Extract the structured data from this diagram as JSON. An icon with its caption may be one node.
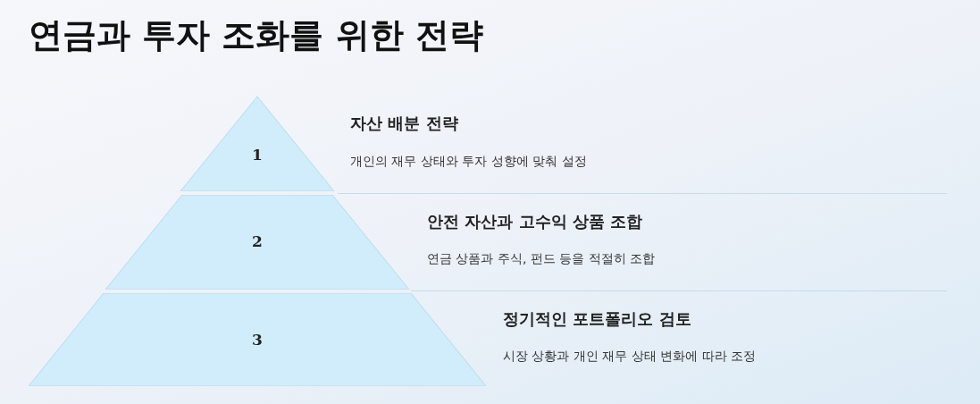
{
  "diagram": {
    "title": "연금과 투자 조화를 위한 전략",
    "nodes": [
      {
        "text": [
          "1"
        ],
        "beside": [
          "자산 배분 전략",
          "개인의 재무 상태와 투자 성향에 맞춰 설정"
        ]
      },
      {
        "text": [
          "2"
        ],
        "beside": [
          "안전 자산과 고수익 상품 조합",
          "연금 상품과 주식, 펀드 등을 적절히 조합"
        ]
      },
      {
        "text": [
          "3"
        ],
        "beside": [
          "정기적인 포트폴리오 검토",
          "시장 상황과 개인 재무 상태 변화에 따라 조정"
        ]
      }
    ],
    "edges": []
  }
}
